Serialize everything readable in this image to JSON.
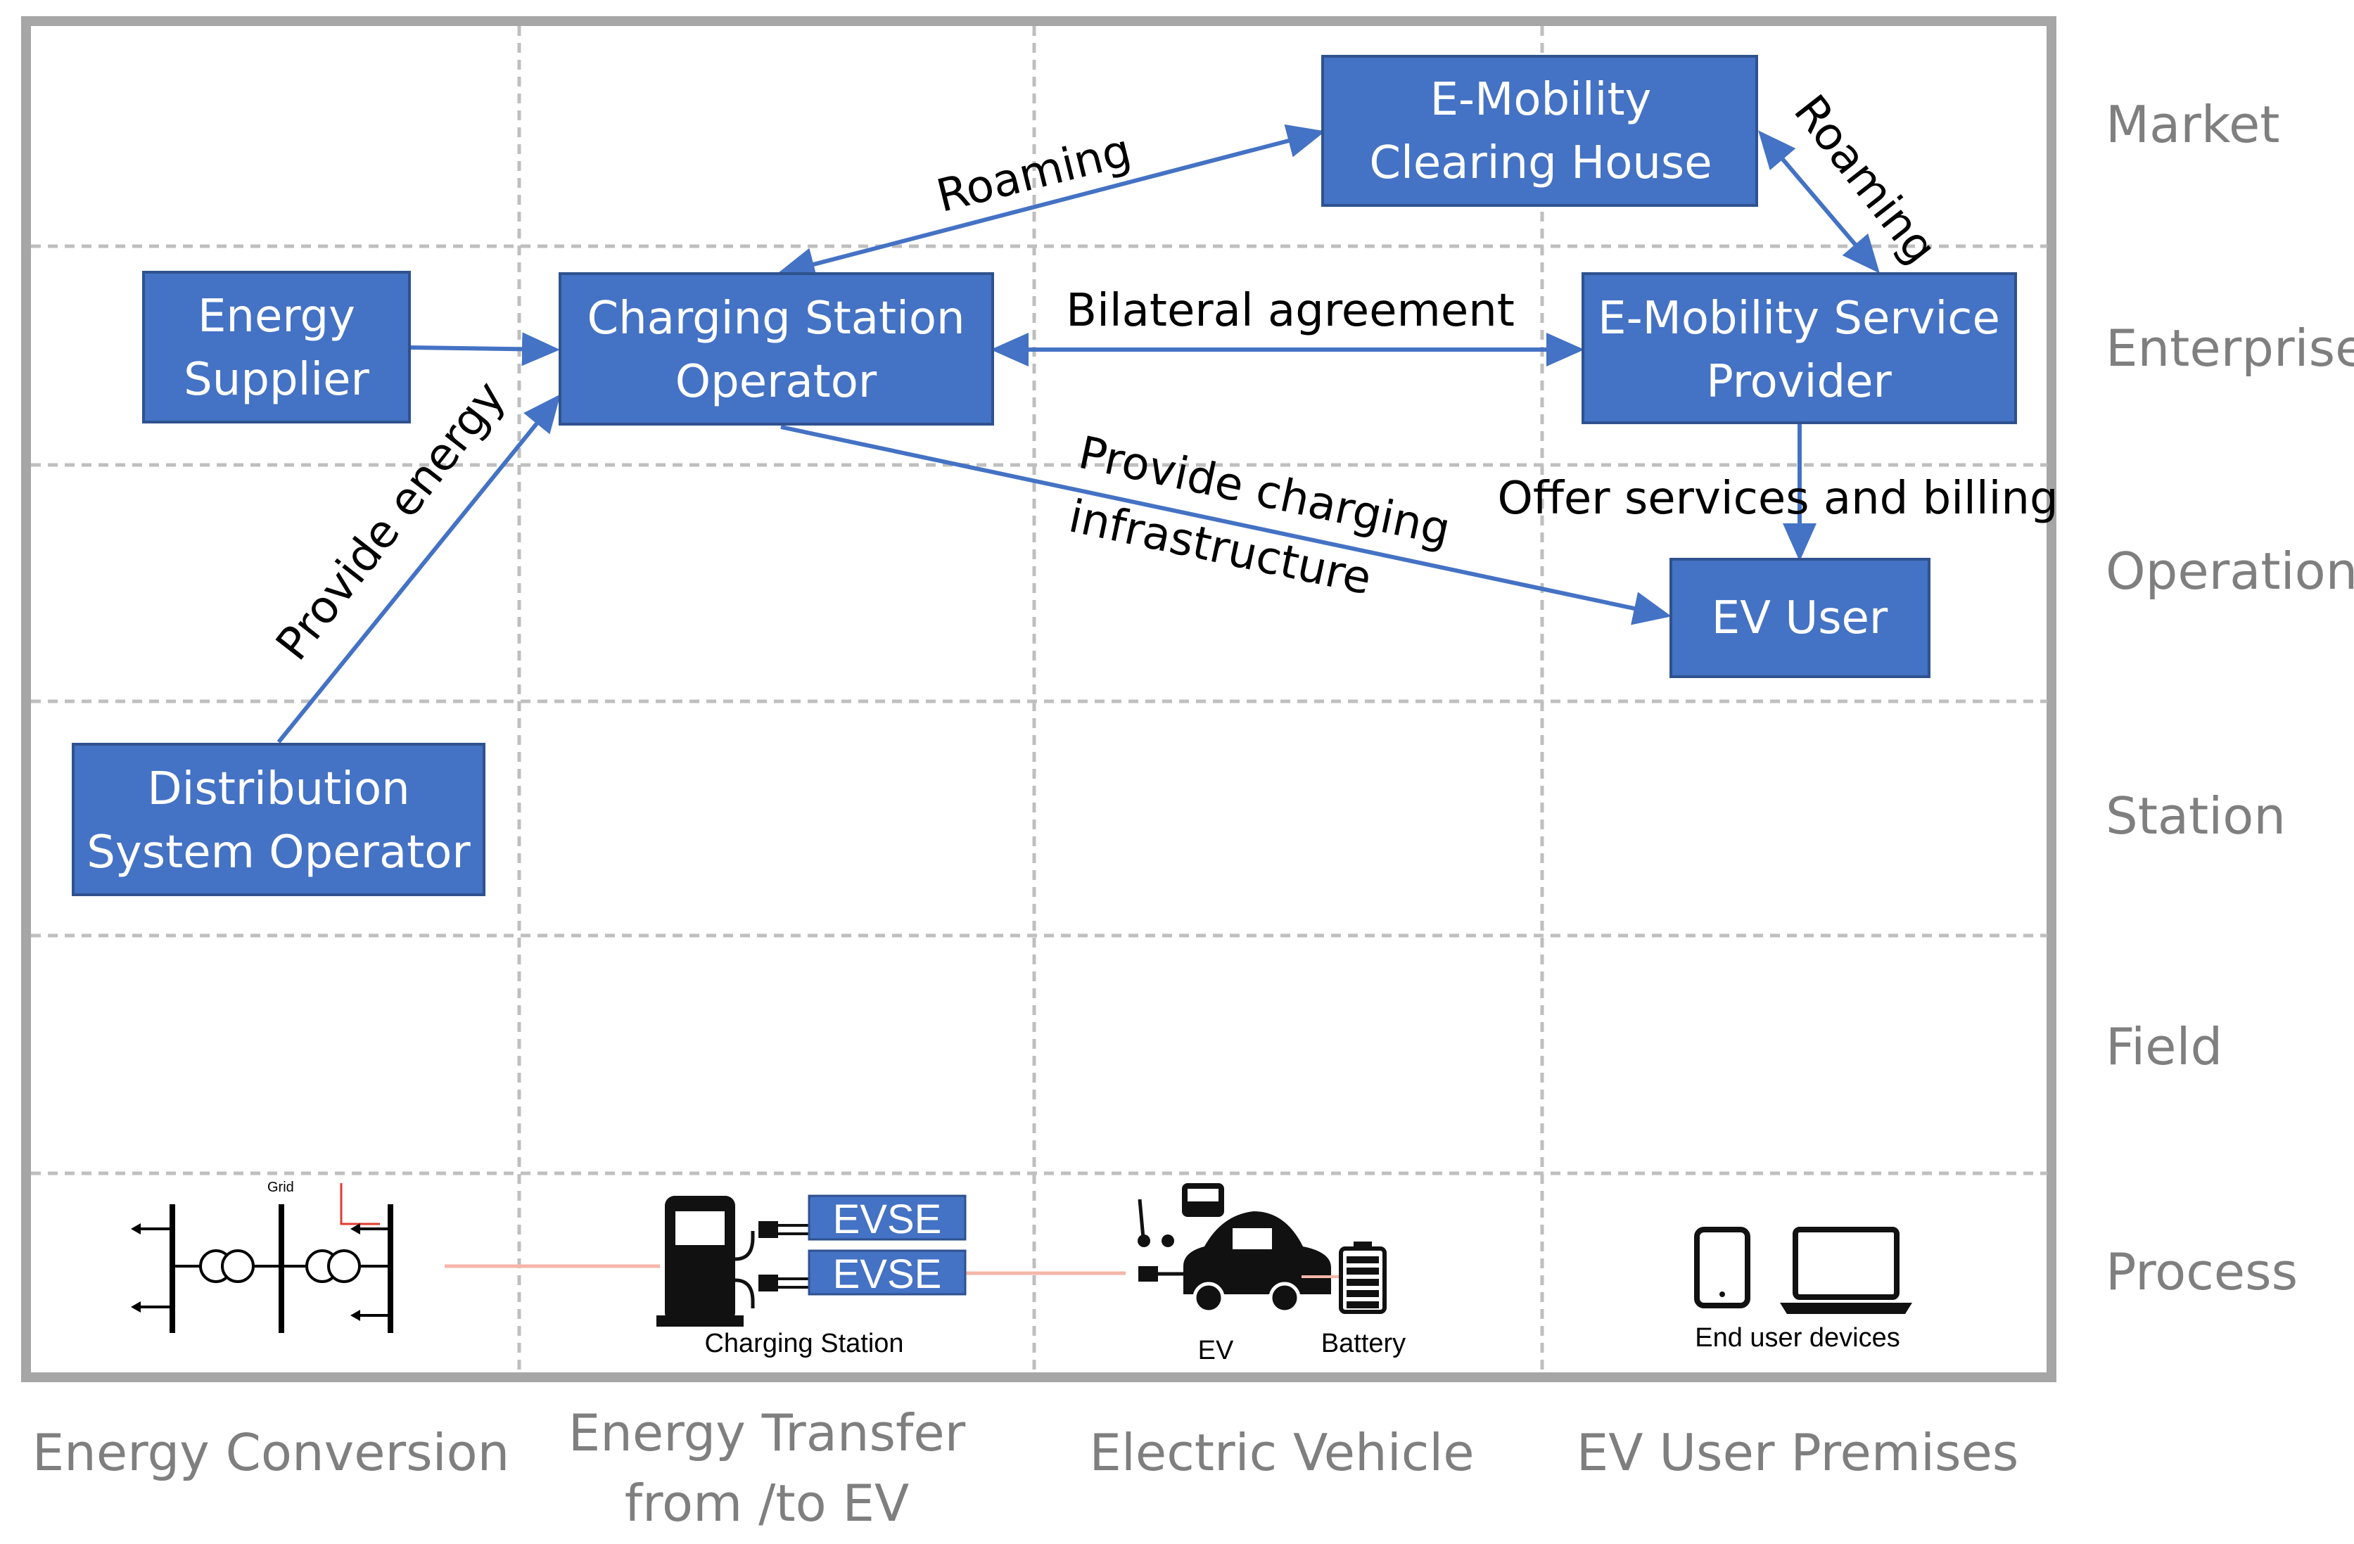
{
  "zones": [
    "Market",
    "Enterprise",
    "Operation",
    "Station",
    "Field",
    "Process"
  ],
  "domains": [
    "Energy Conversion",
    "Energy Transfer",
    "from /to EV",
    "Electric Vehicle",
    "EV User Premises"
  ],
  "actors": {
    "clearing_house": [
      "E-Mobility",
      "Clearing House"
    ],
    "energy_supplier": [
      "Energy",
      "Supplier"
    ],
    "cso": [
      "Charging Station",
      "Operator"
    ],
    "emsp": [
      "E-Mobility Service",
      "Provider"
    ],
    "ev_user": [
      "EV User"
    ],
    "dso": [
      "Distribution",
      "System Operator"
    ]
  },
  "relations": {
    "roaming_left": "Roaming",
    "roaming_right": "Roaming",
    "bilateral": "Bilateral agreement",
    "provide_energy": "Provide energy",
    "provide_charging": [
      "Provide charging",
      "infrastructure"
    ],
    "offer_services": "Offer services and billing"
  },
  "process": {
    "grid_label": "Grid",
    "evse_labels": [
      "EVSE",
      "EVSE"
    ],
    "charging_station_label": "Charging Station",
    "ev_label": "EV",
    "battery_label": "Battery",
    "end_user_label": "End user devices"
  },
  "colors": {
    "box_fill": "#4472c4",
    "box_border": "#2f528f",
    "arrow": "#4472c4",
    "grid": "#bfbfbf",
    "axis_text": "#7f7f7f",
    "link_line": "#f4b6a8"
  }
}
